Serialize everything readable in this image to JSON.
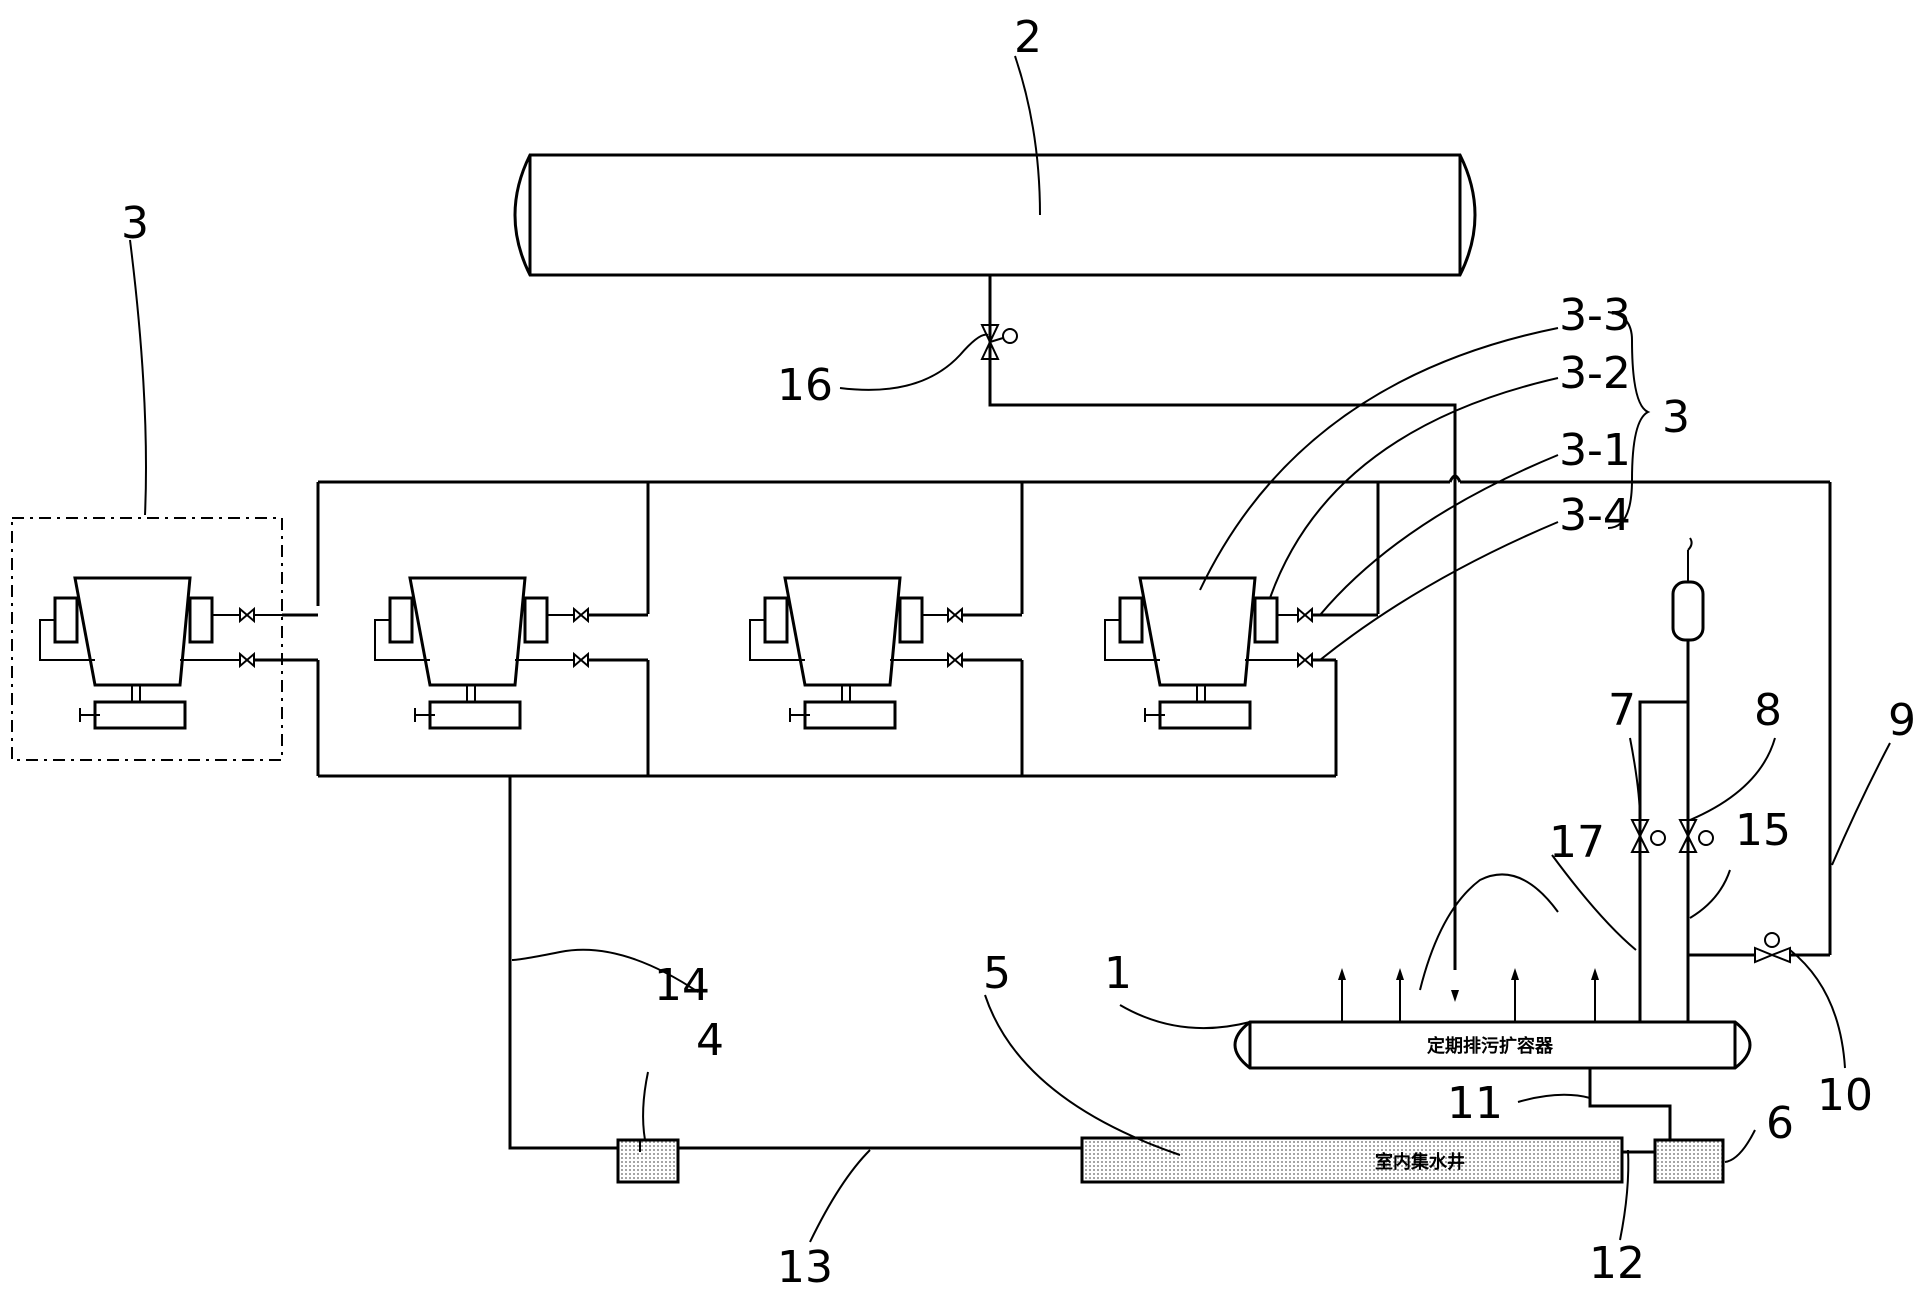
{
  "labels": {
    "n1": "1",
    "n2": "2",
    "n3_left": "3",
    "n3_right": "3",
    "n3_1": "3-1",
    "n3_2": "3-2",
    "n3_3": "3-3",
    "n3_4": "3-4",
    "n4": "4",
    "n5": "5",
    "n6": "6",
    "n7": "7",
    "n8": "8",
    "n9": "9",
    "n10": "10",
    "n11": "11",
    "n12": "12",
    "n13": "13",
    "n14": "14",
    "n15": "15",
    "n16": "16",
    "n17": "17"
  },
  "vessels": {
    "flash_tank": "定期排污扩容器",
    "sump": "室内集水井"
  },
  "colors": {
    "line": "#000000",
    "water_fill": "#d9d9d9"
  }
}
